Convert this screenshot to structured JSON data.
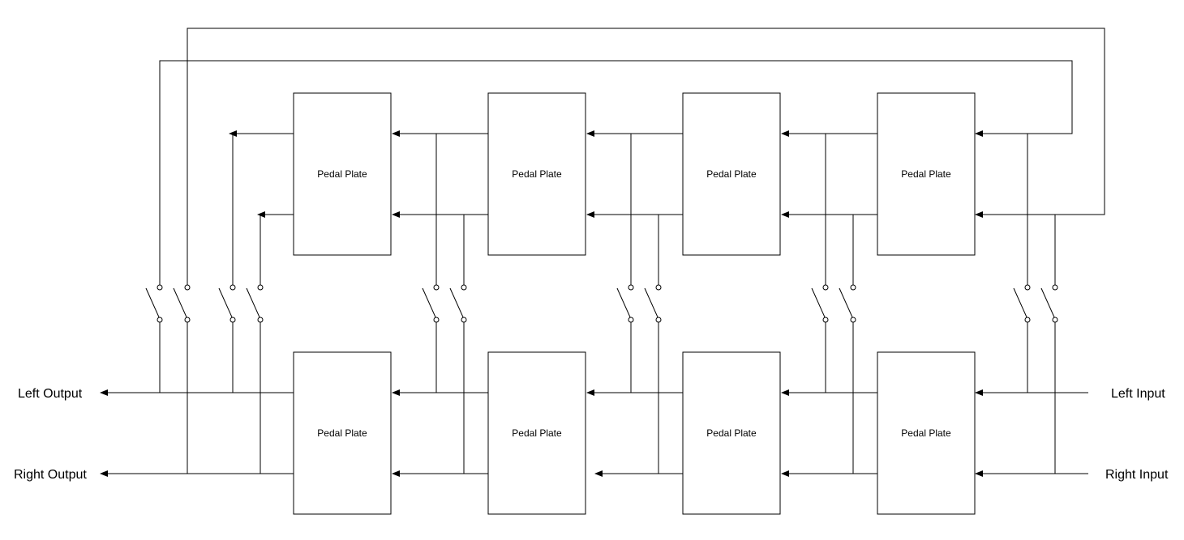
{
  "colors": {
    "stroke": "#000000",
    "background": "#ffffff"
  },
  "boxes": {
    "top": [
      "Pedal Plate",
      "Pedal Plate",
      "Pedal Plate",
      "Pedal Plate"
    ],
    "bottom": [
      "Pedal Plate",
      "Pedal Plate",
      "Pedal Plate",
      "Pedal Plate"
    ]
  },
  "labels": {
    "left_output": "Left Output",
    "right_output": "Right Output",
    "left_input": "Left Input",
    "right_input": "Right Input"
  }
}
